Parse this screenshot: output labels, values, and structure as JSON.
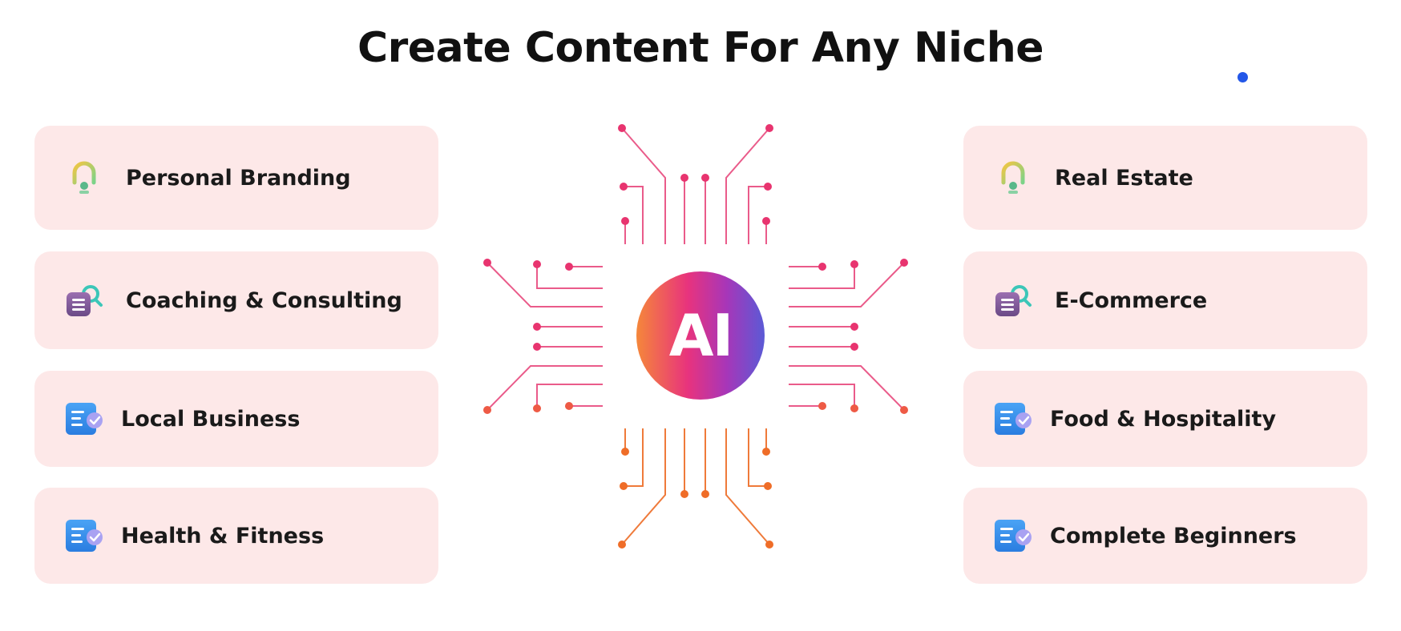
{
  "page": {
    "title": "Create Content For Any Niche"
  },
  "center": {
    "label": "AI"
  },
  "cards_left": [
    {
      "label": "Personal Branding",
      "icon": "person-pin-icon"
    },
    {
      "label": "Coaching & Consulting",
      "icon": "document-search-icon"
    },
    {
      "label": "Local Business",
      "icon": "checklist-icon"
    },
    {
      "label": "Health & Fitness",
      "icon": "checklist-icon"
    }
  ],
  "cards_right": [
    {
      "label": "Real Estate",
      "icon": "person-pin-icon"
    },
    {
      "label": "E-Commerce",
      "icon": "document-search-icon"
    },
    {
      "label": "Food & Hospitality",
      "icon": "checklist-icon"
    },
    {
      "label": "Complete Beginners",
      "icon": "checklist-icon"
    }
  ],
  "colors": {
    "card_background": "#fde8e8",
    "accent_dot": "#2357e8",
    "circuit_pink": "#e83a72",
    "circuit_orange": "#ee6a2c"
  }
}
